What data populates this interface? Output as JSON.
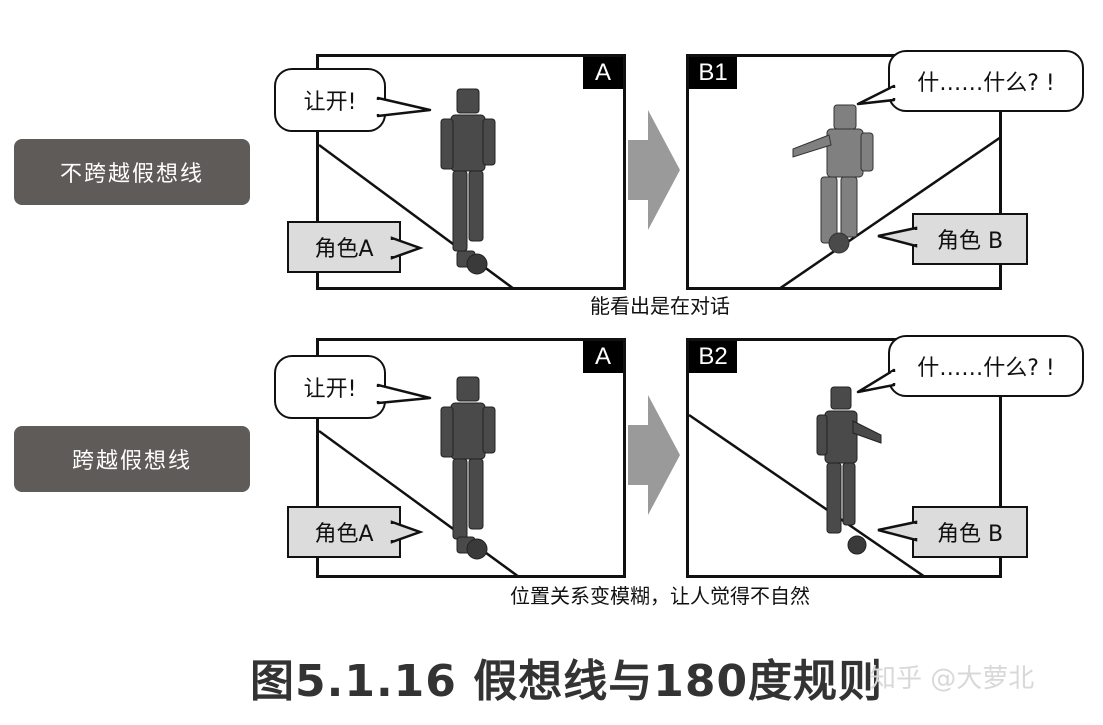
{
  "rows": [
    {
      "label": "不跨越假想线",
      "left_frame": {
        "tag": "A",
        "bubble": "让开!",
        "role": "角色A"
      },
      "right_frame": {
        "tag": "B1",
        "bubble": "什……什么? !",
        "role": "角色 B"
      },
      "caption": "能看出是在对话"
    },
    {
      "label": "跨越假想线",
      "left_frame": {
        "tag": "A",
        "bubble": "让开!",
        "role": "角色A"
      },
      "right_frame": {
        "tag": "B2",
        "bubble": "什……什么? !",
        "role": "角色 B"
      },
      "caption": "位置关系变模糊，让人觉得不自然"
    }
  ],
  "figure_title": "图5.1.16 假想线与180度规则",
  "watermark": "知乎 @大萝北",
  "colors": {
    "row_label_bg": "#5f5b58",
    "role_box_bg": "#dcdcdc",
    "arrow": "#9a9a9a",
    "figure": "#4a4a4a"
  }
}
